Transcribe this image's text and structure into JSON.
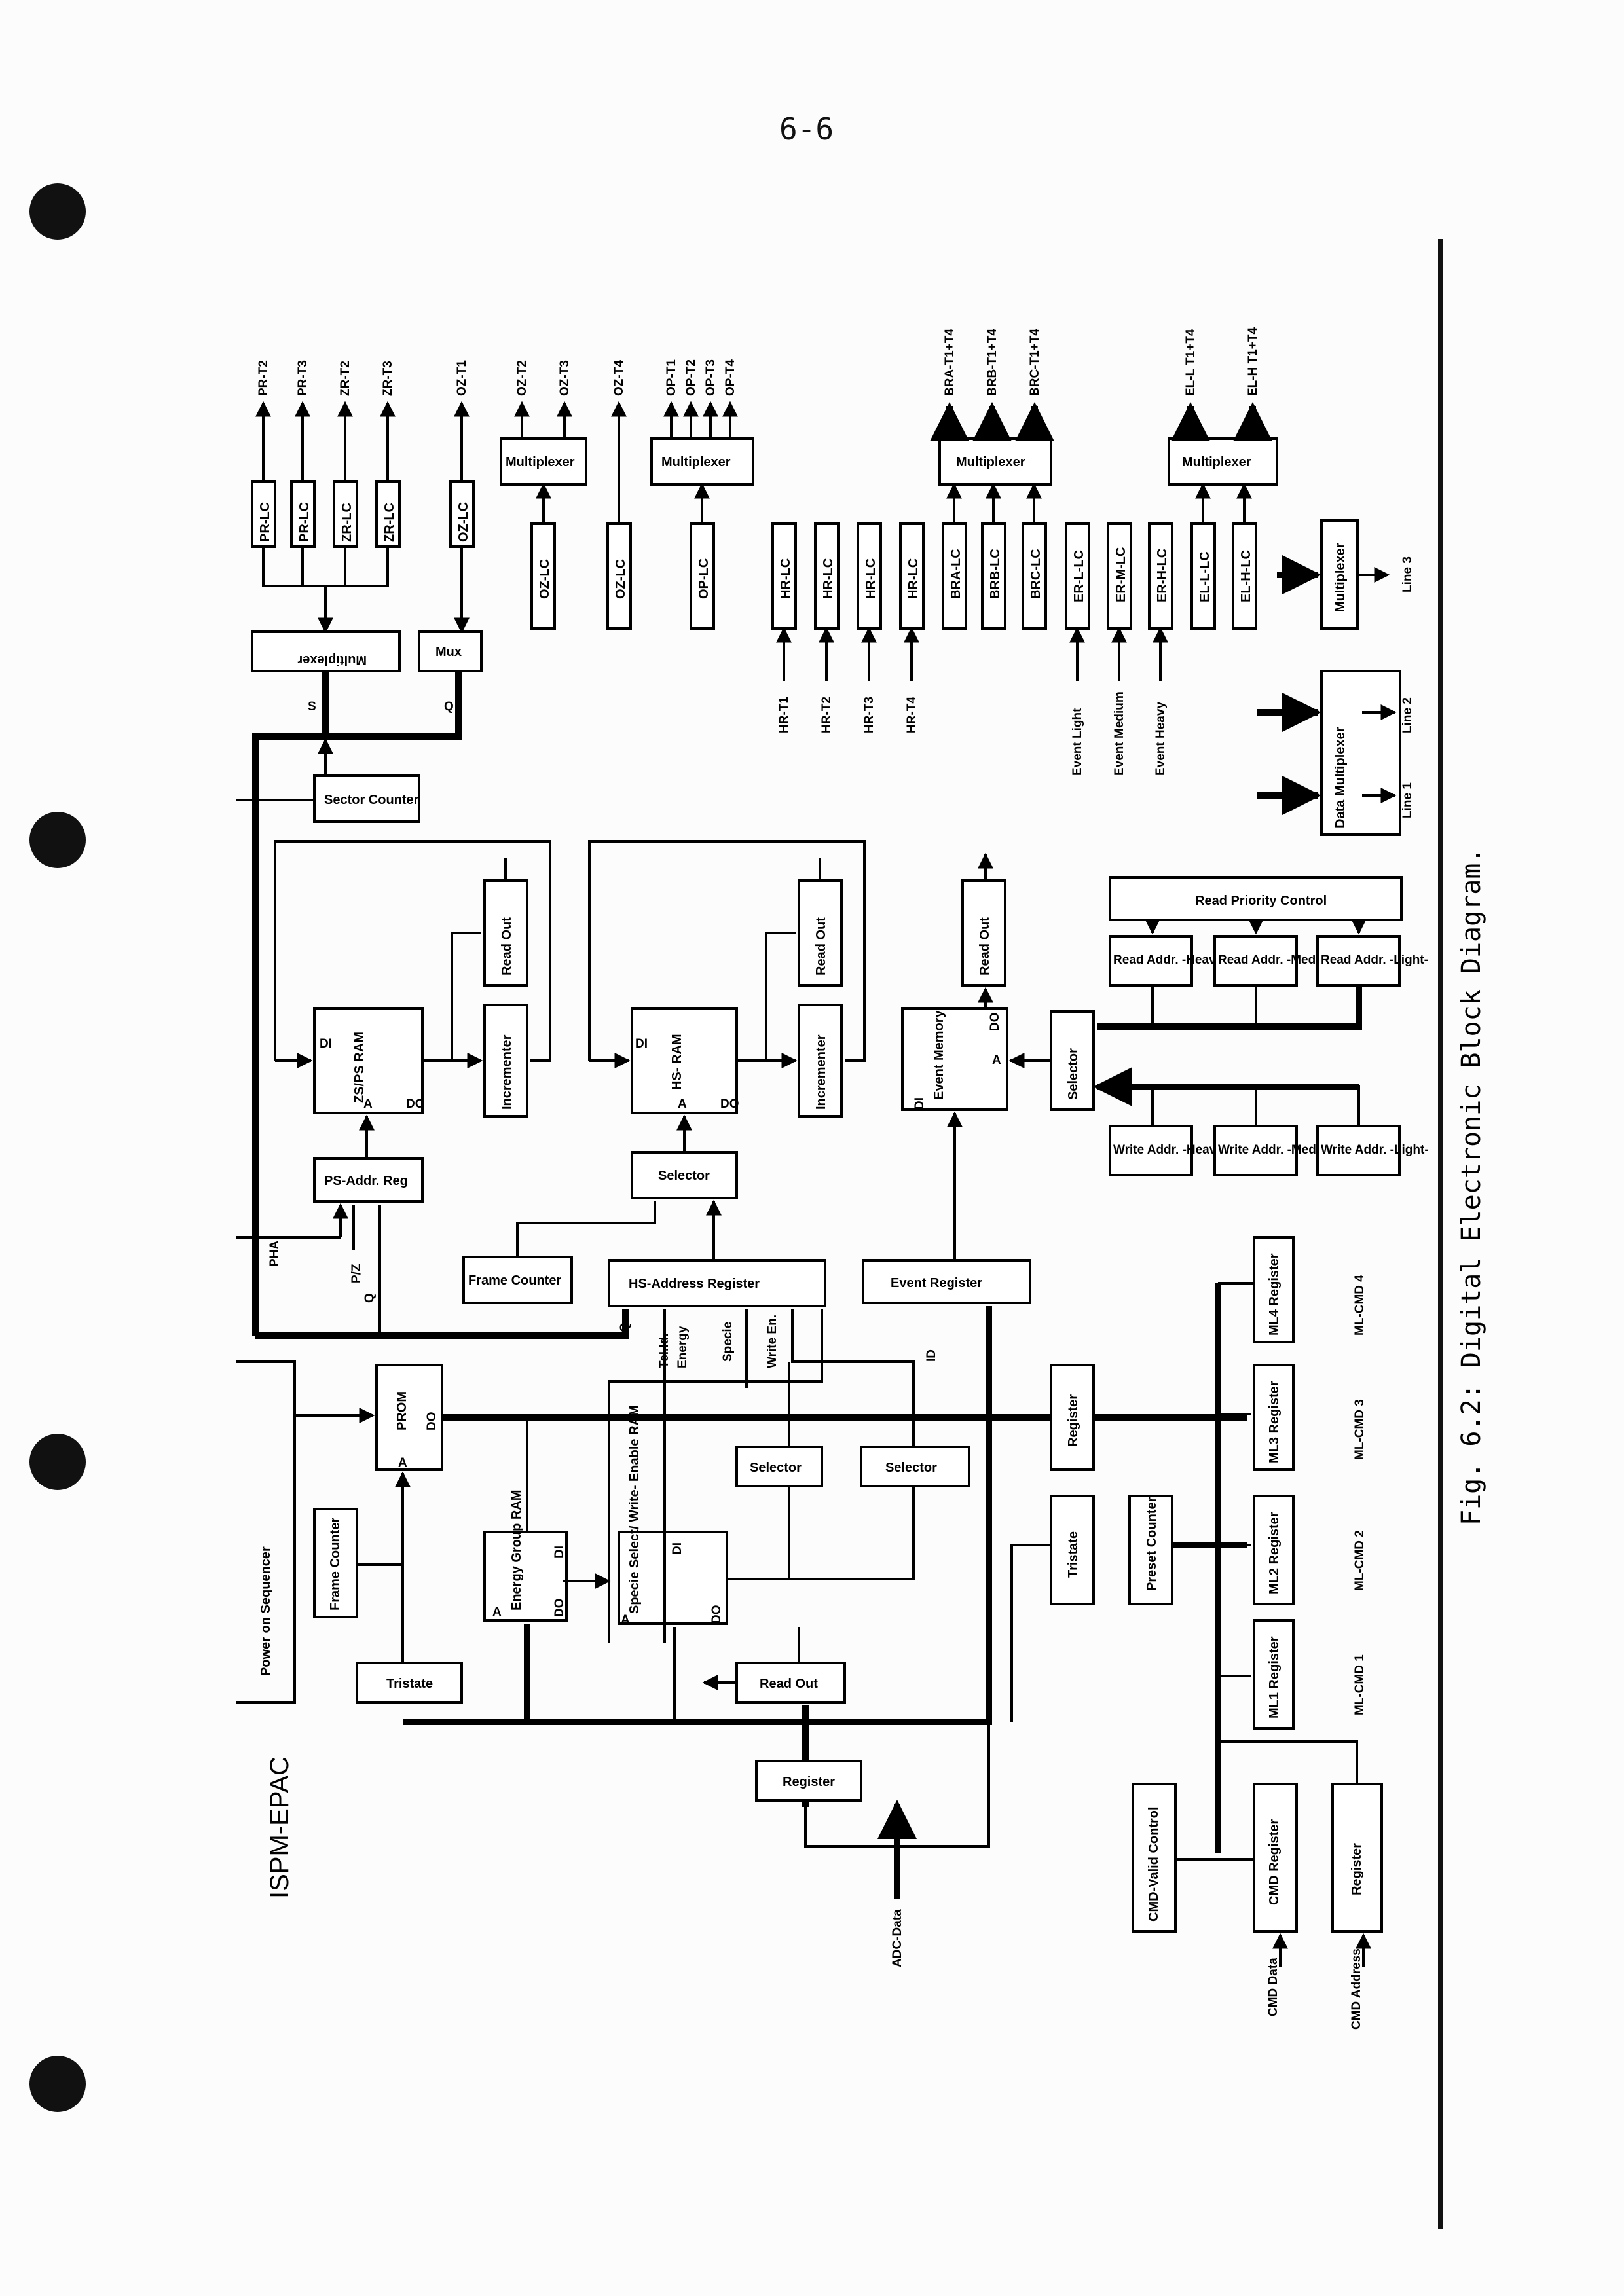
{
  "page_number": "6-6",
  "caption": "Fig. 6.2:  Digital Electronic Block Diagram.",
  "diagram_title": "ISPM-EPAC",
  "logic_outputs": [
    "PR-T2",
    "PR-T3",
    "ZR-T2",
    "ZR-T3",
    "OZ-T1",
    "OZ-T2",
    "OZ-T3",
    "OZ-T4",
    "OP-T1",
    "OP-T2",
    "OP-T3",
    "OP-T4",
    "BRA-T1+T4",
    "BRB-T1+T4",
    "BRC-T1+T4",
    "EL-L T1+T4",
    "EL-H T1+T4"
  ],
  "hr_inputs": [
    "HR-T1",
    "HR-T2",
    "HR-T3",
    "HR-T4"
  ],
  "event_inputs": [
    "Event Light",
    "Event Medium",
    "Event Heavy"
  ],
  "lines": [
    "Line 1",
    "Line 2",
    "Line 3"
  ],
  "ml_outputs": [
    "ML-CMD 1",
    "ML-CMD 2",
    "ML-CMD 3",
    "ML-CMD 4"
  ],
  "bottom_inputs": [
    "CMD Data",
    "CMD Address"
  ],
  "adc_label": "ADC-Data",
  "signals": {
    "s": "S",
    "q": "Q",
    "pha": "PHA",
    "pz": "P/Z",
    "q2": "Q",
    "q3": "Q",
    "telid": "Tel.Id.",
    "energy": "Energy",
    "specie": "Specie",
    "write_en": "Write En.",
    "id": "ID",
    "di": "DI",
    "do": "DO",
    "a": "A"
  },
  "blocks": {
    "pr_lc": "PR-LC",
    "zr_lc": "ZR-LC",
    "oz_lc": "OZ-LC",
    "op_lc": "OP-LC",
    "hr_lc": "HR-LC",
    "bra_lc": "BRA-LC",
    "brb_lc": "BRB-LC",
    "brc_lc": "BRC-LC",
    "er_l_lc": "ER-L-LC",
    "er_m_lc": "ER-M-LC",
    "er_h_lc": "ER-H-LC",
    "el_l_lc": "EL-L-LC",
    "el_h_lc": "EL-H-LC",
    "multiplexer": "Multiplexer",
    "mux": "Mux",
    "sector_counter": "Sector Counter",
    "data_multiplexer": "Data Multiplexer",
    "zsps_ram": "ZS/PS RAM",
    "hs_ram": "HS- RAM",
    "event_memory": "Event Memory",
    "read_out": "Read Out",
    "incrementer": "Incrementer",
    "ps_addr_reg": "PS-Addr. Reg",
    "selector": "Selector",
    "frame_counter": "Frame Counter",
    "hs_address_register": "HS-Address Register",
    "event_register": "Event Register",
    "write_addr_heavy": "Write Addr. -Heavy-",
    "write_addr_medium": "Write Addr. -Medium-",
    "write_addr_light": "Write Addr. -Light-",
    "read_addr_heavy": "Read Addr. -Heavy-",
    "read_addr_medium": "Read Addr. -Medium-",
    "read_addr_light": "Read Addr. -Light-",
    "read_priority_control": "Read Priority Control",
    "power_on_sequencer": "Power on Sequencer",
    "prom": "PROM",
    "energy_group_ram": "Energy Group RAM",
    "specie_ram": "Specie Select/ Write- Enable RAM",
    "tristate": "Tristate",
    "register": "Register",
    "preset_counter": "Preset Counter",
    "ml1_register": "ML1 Register",
    "ml2_register": "ML2 Register",
    "ml3_register": "ML3 Register",
    "ml4_register": "ML4 Register",
    "cmd_valid_control": "CMD-Valid Control",
    "cmd_register": "CMD Register"
  },
  "colors": {
    "ink": "#000000",
    "paper": "#fcfcfc",
    "hole": "#111111"
  }
}
